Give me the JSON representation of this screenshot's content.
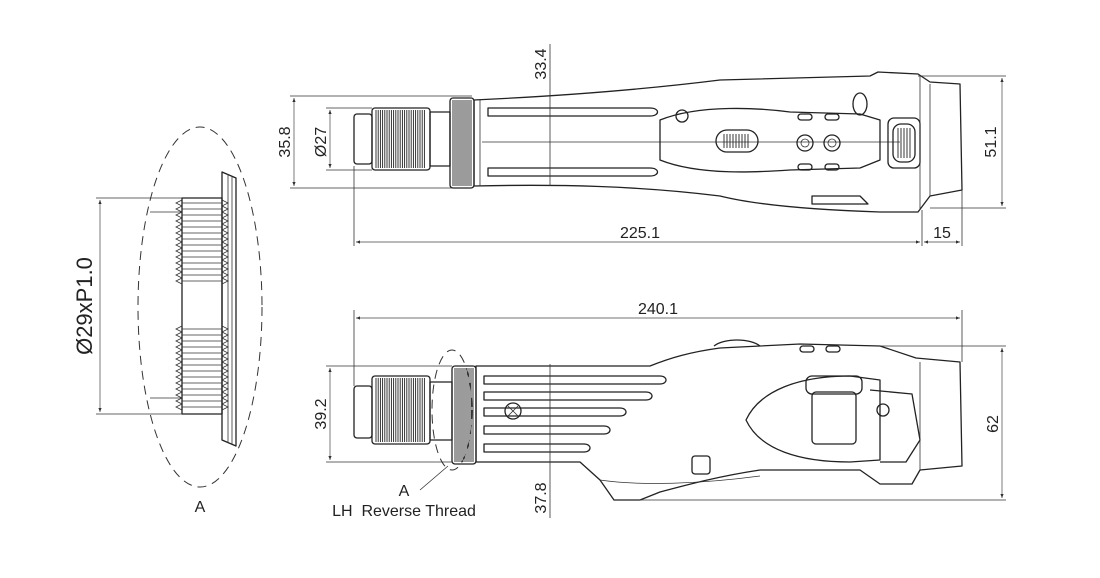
{
  "detail": {
    "thread_label": "Ø29xP1.0",
    "detail_letter": "A"
  },
  "top_view": {
    "dim_length": "225.1",
    "dim_tail": "15",
    "dim_height_total": "51.1",
    "dim_body_height": "35.8",
    "dim_collet_dia": "Ø27",
    "dim_front_offset": "33.4"
  },
  "side_view": {
    "dim_length": "240.1",
    "dim_height_total": "62",
    "dim_nose_height": "39.2",
    "dim_bottom_offset": "37.8",
    "callout_letter": "A",
    "callout_text": "LH  Reverse Thread"
  }
}
